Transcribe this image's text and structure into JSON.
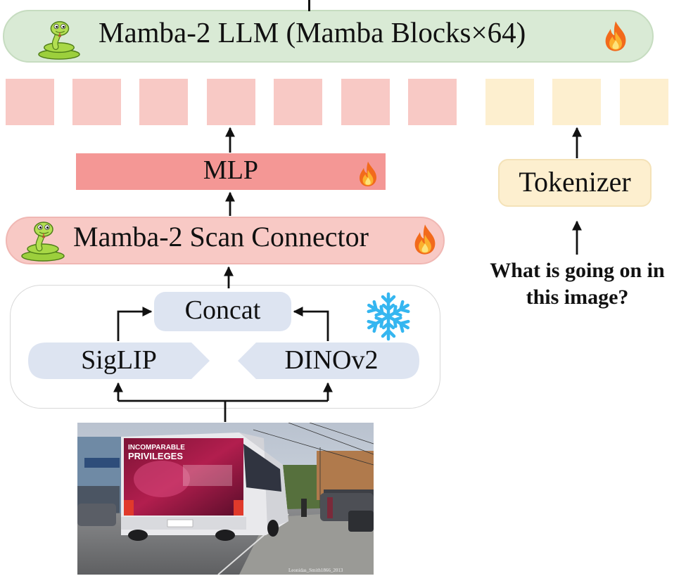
{
  "llm": {
    "label": "Mamba-2 LLM  (Mamba Blocks×64)"
  },
  "mlp": {
    "label": "MLP"
  },
  "connector": {
    "label": "Mamba-2 Scan Connector"
  },
  "concat": {
    "label": "Concat"
  },
  "encoders": {
    "left": "SigLIP",
    "right": "DINOv2"
  },
  "tokenizer": {
    "label": "Tokenizer"
  },
  "question": {
    "line1": "What is going on in",
    "line2": "this image?"
  },
  "photo": {
    "ad_line1": "INCOMPARABLE",
    "ad_line2": "PRIVILEGES",
    "credit": "Leonidas_Smith1866_2013"
  },
  "icons": {
    "snake": "snake-icon",
    "flame": "flame-icon",
    "snowflake": "snowflake-icon"
  },
  "colors": {
    "llm_fill": "#d9ead5",
    "visual_token": "#f8c9c5",
    "text_token": "#fdefcf",
    "mlp_fill": "#f49795",
    "connector_fill": "#f8c9c5",
    "encoder_fill": "#dde4f1",
    "snowflake": "#35b6f0"
  }
}
